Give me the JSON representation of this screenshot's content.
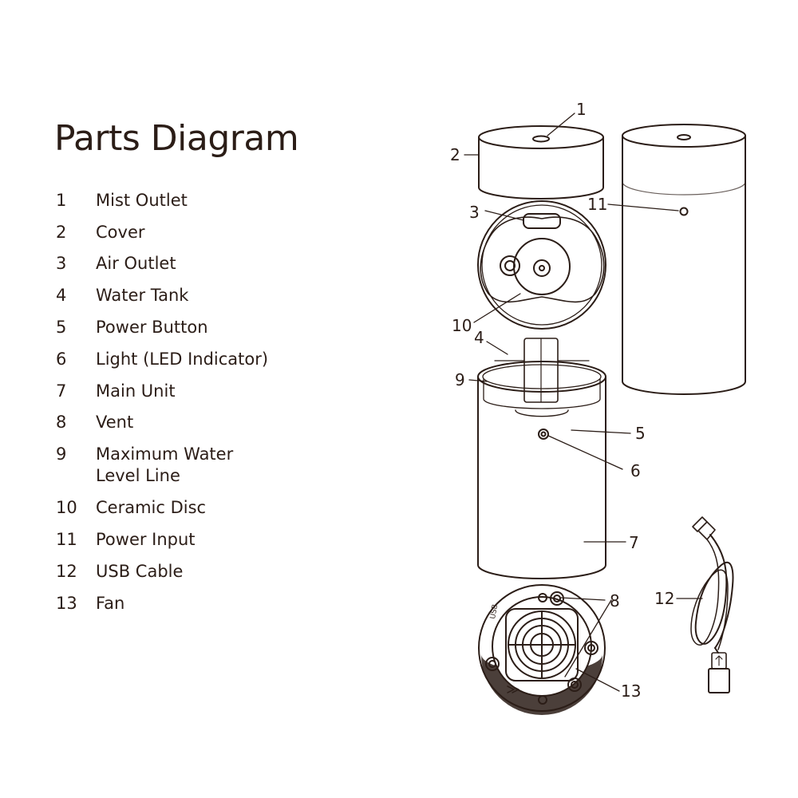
{
  "title": "Parts Diagram",
  "parts": [
    {
      "num": "1",
      "label": "Mist Outlet"
    },
    {
      "num": "2",
      "label": "Cover"
    },
    {
      "num": "3",
      "label": "Air Outlet"
    },
    {
      "num": "4",
      "label": "Water Tank"
    },
    {
      "num": "5",
      "label": "Power Button"
    },
    {
      "num": "6",
      "label": "Light (LED Indicator)"
    },
    {
      "num": "7",
      "label": "Main Unit"
    },
    {
      "num": "8",
      "label": "Vent"
    },
    {
      "num": "9",
      "label": "Maximum Water\nLevel Line"
    },
    {
      "num": "10",
      "label": "Ceramic Disc"
    },
    {
      "num": "11",
      "label": "Power Input"
    },
    {
      "num": "12",
      "label": "USB Cable"
    },
    {
      "num": "13",
      "label": "Fan"
    }
  ],
  "callouts": [
    "1",
    "2",
    "3",
    "11",
    "10",
    "4",
    "9",
    "5",
    "6",
    "7",
    "8",
    "12",
    "13"
  ],
  "base_marking": "USB",
  "colors": {
    "line": "#2b1d17",
    "fill": "#ffffff"
  }
}
